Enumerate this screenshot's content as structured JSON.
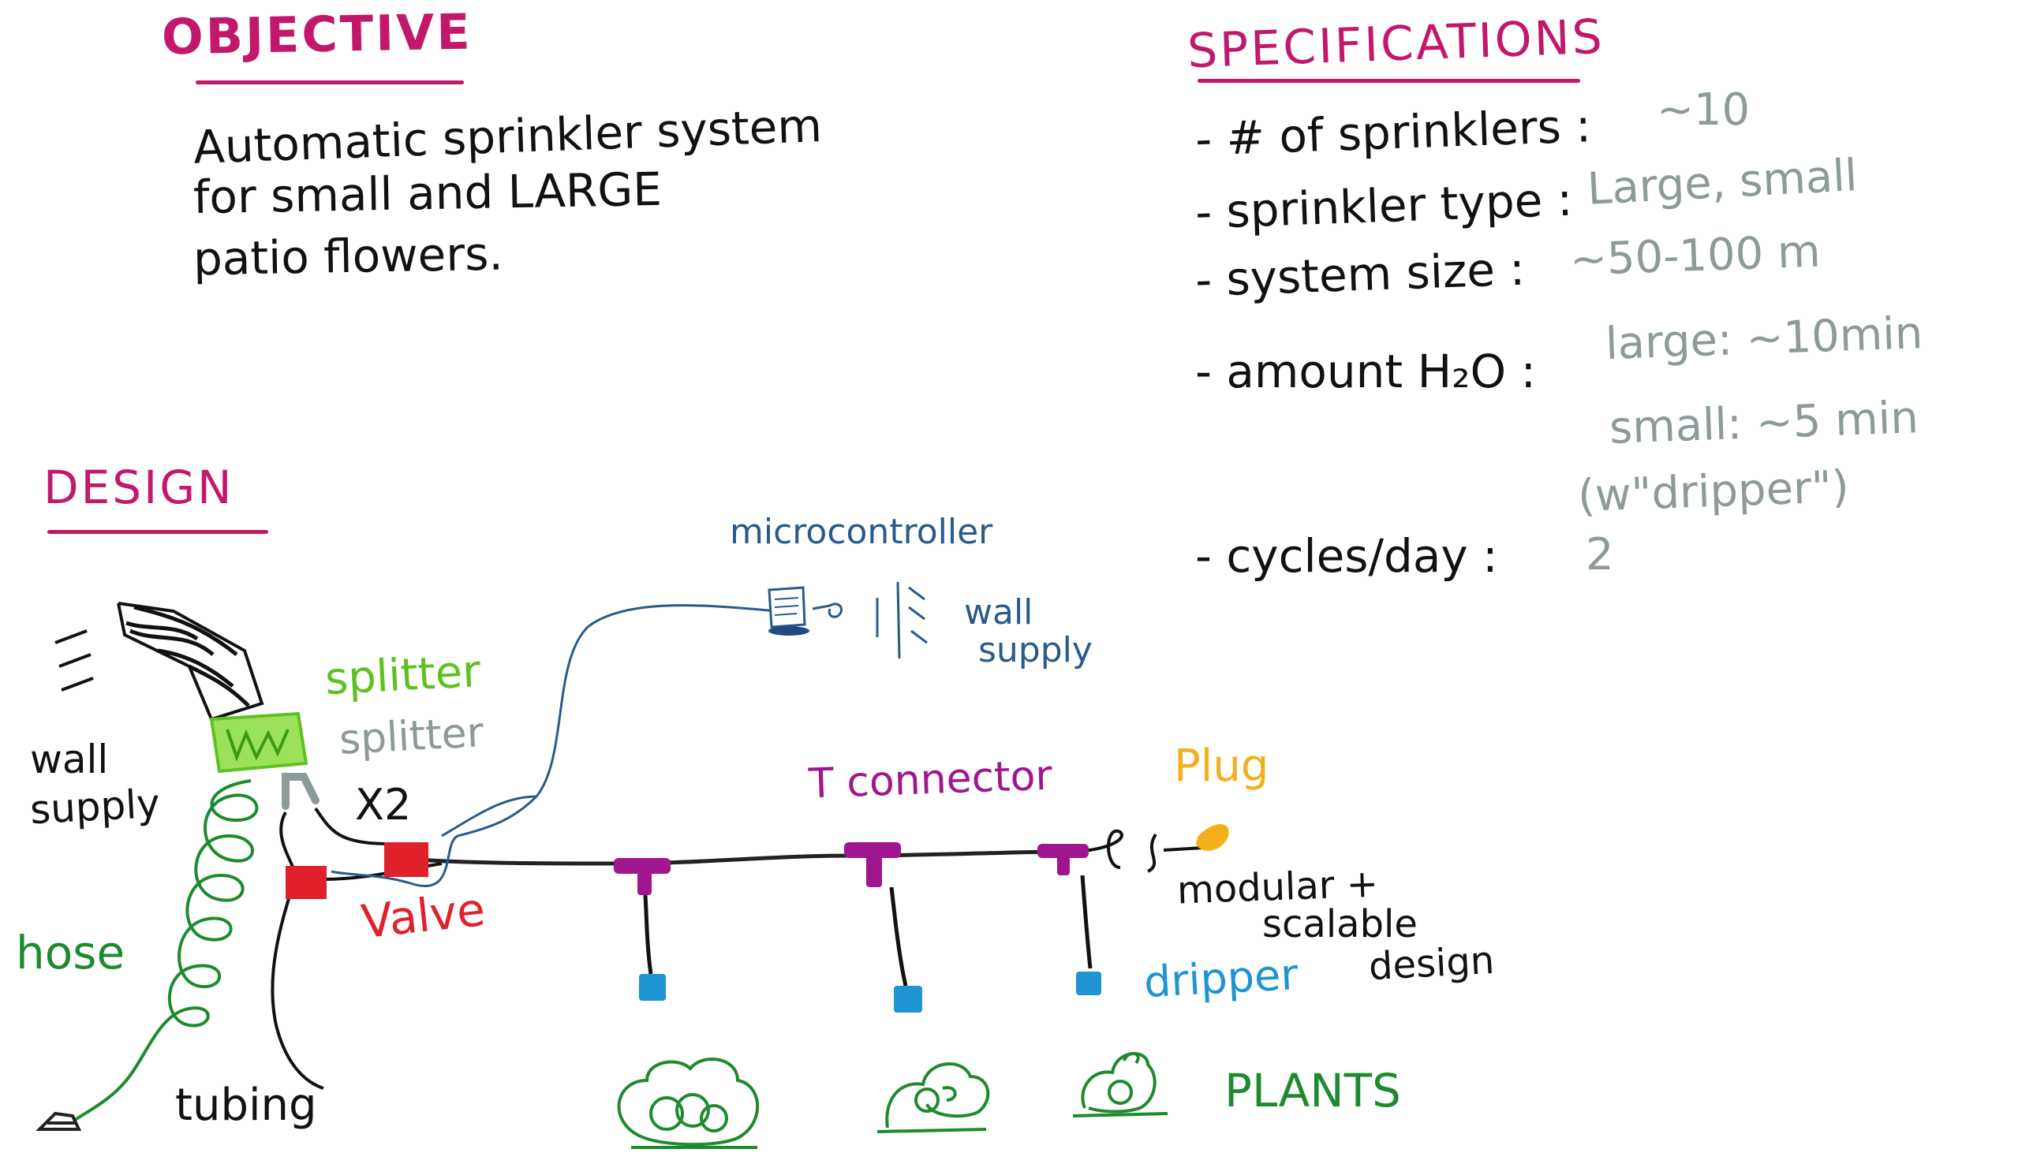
{
  "objective": {
    "heading": "OBJECTIVE",
    "lines": [
      "Automatic sprinkler system",
      "for small and LARGE",
      "patio flowers."
    ]
  },
  "specifications": {
    "heading": "SPECIFICATIONS",
    "items": [
      {
        "label": "- # of sprinklers :",
        "value": "~10"
      },
      {
        "label": "- sprinkler type :",
        "value": "Large, small"
      },
      {
        "label": "- system size :",
        "value": "~50-100 m"
      },
      {
        "label": "- amount H₂O :",
        "value": "large: ~10min",
        "value2": "small: ~5 min",
        "value3": "(w\"dripper\")"
      },
      {
        "label": "- cycles/day :",
        "value": "2"
      }
    ]
  },
  "design": {
    "heading": "DESIGN",
    "labels": {
      "wall_supply_left": [
        "wall",
        "supply"
      ],
      "splitter_green": "splitter",
      "splitter_gray": "splitter",
      "x2": "X2",
      "hose": "hose",
      "tubing": "tubing",
      "valve": "Valve",
      "microcontroller": "microcontroller",
      "wall_supply_right": [
        "wall",
        "supply"
      ],
      "t_connector": "T connector",
      "plug": "Plug",
      "modular": [
        "modular +",
        "scalable",
        "design"
      ],
      "dripper": "dripper",
      "plants": "PLANTS"
    }
  },
  "colors": {
    "heading": "#c2186b",
    "ink": "#111111",
    "gray": "#8c9a9a",
    "green_light": "#5cc21f",
    "green_dark": "#1e8a2e",
    "red": "#e0202a",
    "purple": "#a0168f",
    "blue": "#1e94d2",
    "navy": "#2a5a8a",
    "orange": "#f2b01c"
  }
}
